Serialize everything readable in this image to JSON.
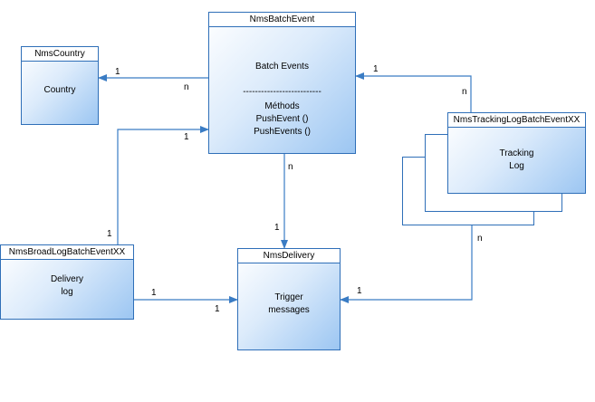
{
  "entities": {
    "batch_event": {
      "title": "NmsBatchEvent",
      "description": "Batch Events",
      "separator": "--------------------------",
      "methods_heading": "Méthods",
      "methods": [
        "PushEvent ()",
        "PushEvents ()"
      ]
    },
    "country": {
      "title": "NmsCountry",
      "body": "Country"
    },
    "tracking_log": {
      "title": "NmsTrackingLogBatchEventXX",
      "body": "Tracking\nLog"
    },
    "broad_log": {
      "title": "NmsBroadLogBatchEventXX",
      "body": "Delivery\nlog"
    },
    "delivery": {
      "title": "NmsDelivery",
      "body": "Trigger\nmessages"
    }
  },
  "relations": {
    "batch_country": {
      "from_card": "n",
      "to_card": "1"
    },
    "tracking_batch": {
      "from_card": "n",
      "to_card": "1"
    },
    "broadlog_batch": {
      "from_card": "1",
      "to_card": "1"
    },
    "batch_delivery": {
      "from_card": "n",
      "to_card": "1"
    },
    "broadlog_delivery": {
      "from_card": "1",
      "to_card": "1"
    },
    "tracking_delivery": {
      "from_card": "n",
      "to_card": "1"
    }
  },
  "colors": {
    "border": "#2f6fb8",
    "connector": "#3a7cc4",
    "gradient_end": "#9cc6f2"
  }
}
